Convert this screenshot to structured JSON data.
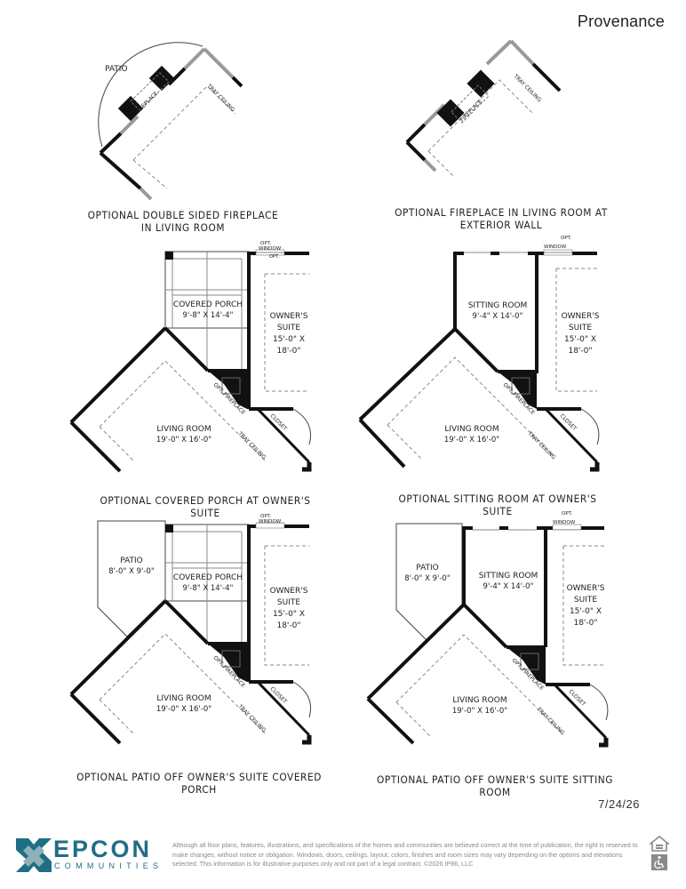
{
  "header": {
    "brand": "Provenance"
  },
  "date_stamp": "7/24/26",
  "captions": {
    "p1_line1": "OPTIONAL  DOUBLE SIDED FIREPLACE",
    "p1_line2": "IN LIVING ROOM",
    "p2_line1": "OPTIONAL FIREPLACE IN LIVING ROOM AT",
    "p2_line2": "EXTERIOR WALL",
    "p3": "OPTIONAL COVERED PORCH AT OWNER'S SUITE",
    "p4": "OPTIONAL SITTING ROOM AT OWNER'S SUITE",
    "p5": "OPTIONAL PATIO OFF OWNER'S SUITE COVERED PORCH",
    "p6": "OPTIONAL PATIO OFF OWNER'S SUITE SITTING ROOM"
  },
  "labels": {
    "patio": "PATIO",
    "patio_size": "8'-0\" X 9'-0\"",
    "fireplace": "FIREPLACE",
    "tray_ceiling": "TRAY CEILING",
    "opt_window_1": "OPT.",
    "opt_window_2": "WINDOW",
    "covered_porch": "COVERED PORCH",
    "covered_porch_size": "9'-8\" X 14'-4\"",
    "sitting_room": "SITTING ROOM",
    "sitting_room_size": "9'-4\" X 14'-0\"",
    "owners_suite_1": "OWNER'S",
    "owners_suite_2": "SUITE",
    "owners_suite_3": "15'-0\" X",
    "owners_suite_4": "18'-0\"",
    "opt_fireplace": "OPT. FIREPLACE",
    "living_room": "LIVING ROOM",
    "living_room_size": "19'-0\" X 16'-0\"",
    "closet": "CLOSET"
  },
  "footer": {
    "logo_word": "EPCON",
    "logo_sub": "COMMUNITIES",
    "disclaimer": "Although all floor plans, features, illustrations, and specifications of the homes and communities are believed correct at the time of publication, the right is reserved to make changes, without notice or obligation. Windows, doors, ceilings, layout, colors, finishes and room sizes may vary depending on the options and elevations selected. This information is for illustrative purposes only and not part of a legal contract. ©2026 IP86, LLC",
    "eho_icon": "equal-housing-icon",
    "accessible_icon": "wheelchair-icon"
  },
  "colors": {
    "brand_blue": "#1f6e84",
    "wall": "#111111",
    "dashed": "#777777"
  }
}
